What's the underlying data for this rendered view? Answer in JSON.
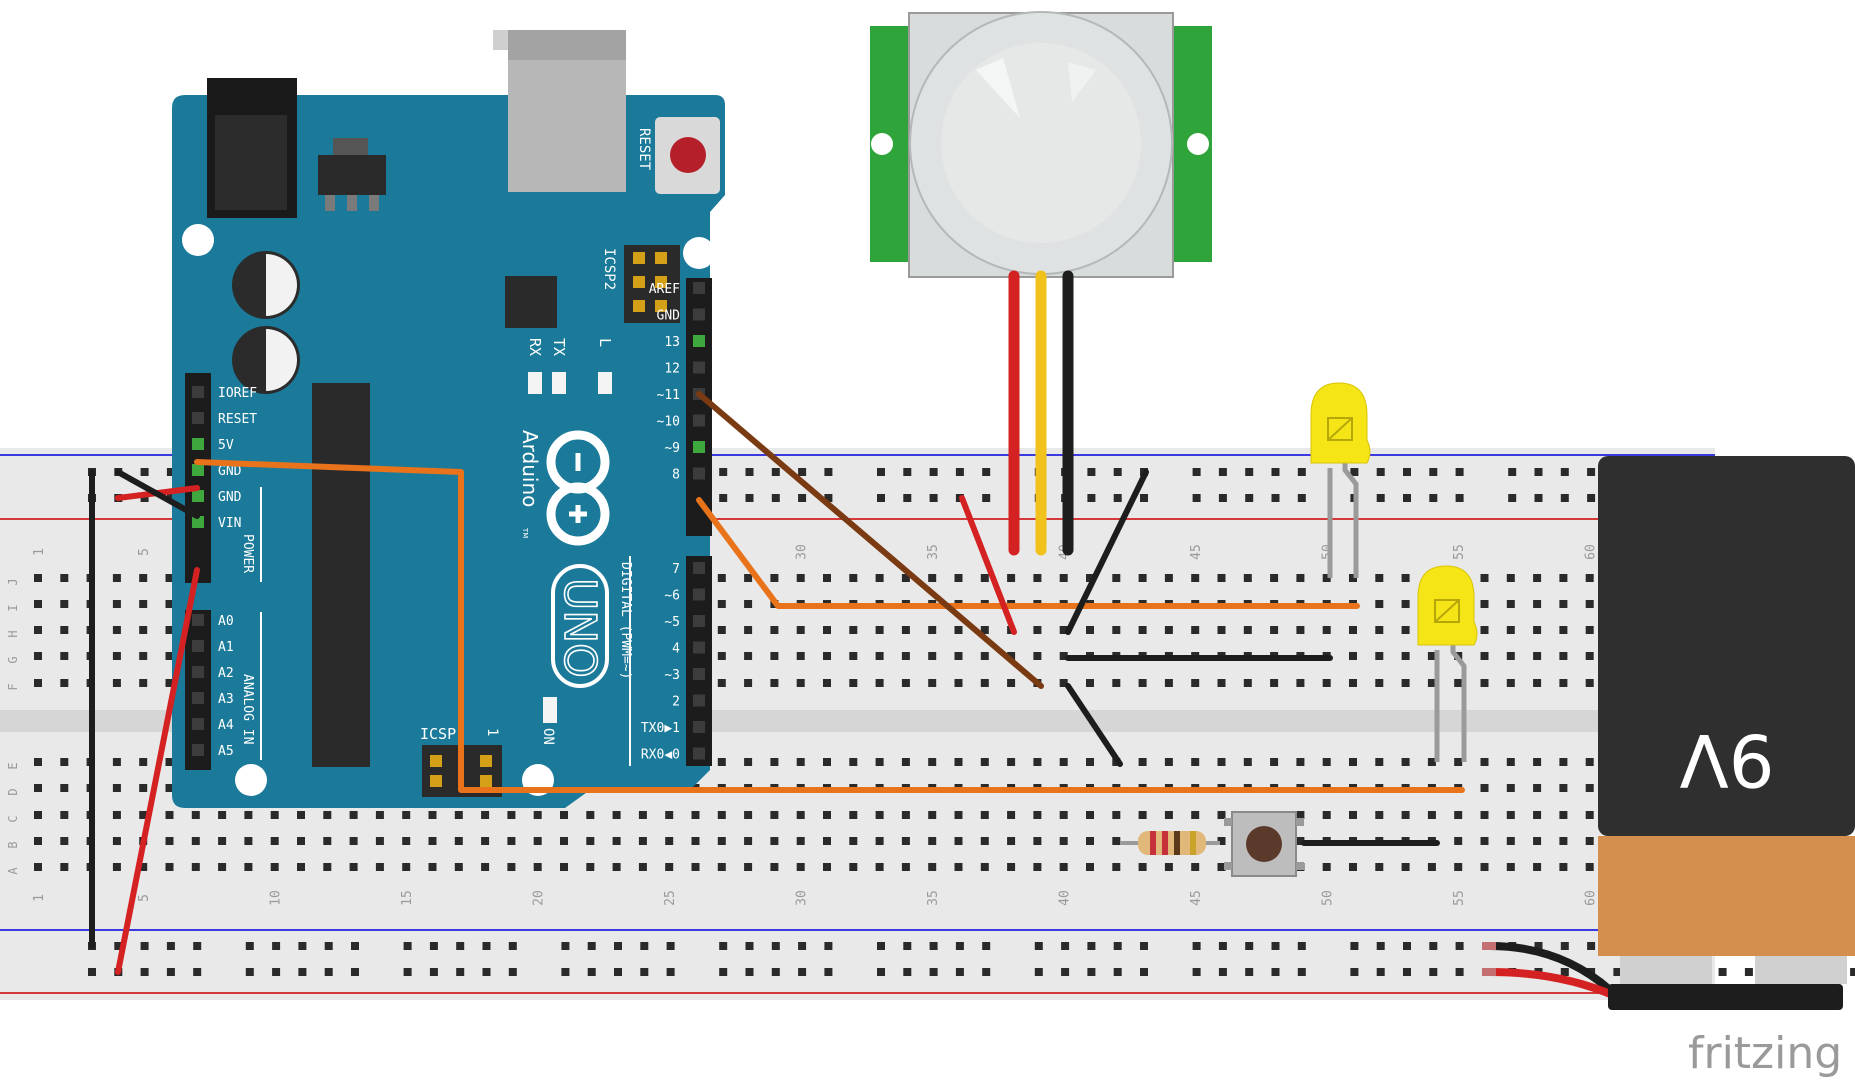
{
  "arduino": {
    "logo_text": "Arduino",
    "logo_tm": "TM",
    "model": "UNO",
    "reset_label": "RESET",
    "icsp2_label": "ICSP2",
    "icsp_label": "ICSP",
    "icsp_pin_label": "1",
    "on_label": "ON",
    "led_labels": [
      "RX",
      "TX",
      "L"
    ],
    "power_header_labels": [
      "IOREF",
      "RESET",
      "5V",
      "GND",
      "GND",
      "VIN"
    ],
    "power_group_label": "POWER",
    "analog_header_labels": [
      "A0",
      "A1",
      "A2",
      "A3",
      "A4",
      "A5"
    ],
    "analog_group_label": "ANALOG IN",
    "digital_top_labels": [
      "AREF",
      "GND",
      "13",
      "12",
      "~11",
      "~10",
      "~9",
      "8"
    ],
    "digital_bottom_labels": [
      "7",
      "~6",
      "~5",
      "4",
      "~3",
      "2",
      "TX0▶1",
      "RX0◀0"
    ],
    "digital_group_label": "DIGITAL (PWM=~)"
  },
  "breadboard": {
    "column_numbers": [
      "1",
      "5",
      "10",
      "15",
      "20",
      "25",
      "30",
      "35",
      "40",
      "45",
      "50",
      "55",
      "60"
    ],
    "upper_row_letters": [
      "J",
      "I",
      "H",
      "G",
      "F"
    ],
    "lower_row_letters": [
      "E",
      "D",
      "C",
      "B",
      "A"
    ]
  },
  "battery": {
    "label": "9V"
  },
  "watermark": {
    "text": "fritzing"
  },
  "colors": {
    "arduino_blue": "#1b7a9a",
    "wire_orange": "#e8731a",
    "wire_brown": "#7a3a12",
    "wire_red": "#d42121",
    "wire_black": "#1d1d1d",
    "wire_yellow": "#f1c21b",
    "led_yellow": "#f5e416",
    "pir_green": "#2ea43a",
    "battery_copper": "#d48e4d",
    "breadboard": "#e6e6e6"
  }
}
